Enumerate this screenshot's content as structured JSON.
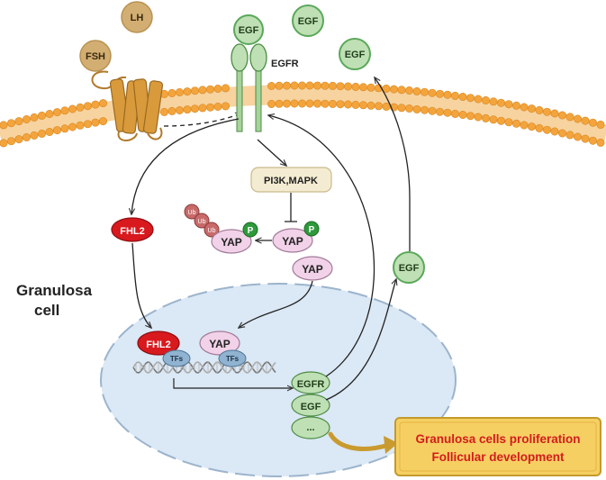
{
  "labels": {
    "lh": "LH",
    "fsh": "FSH",
    "egf_receptor_bound": "EGF",
    "egf_free_1": "EGF",
    "egf_free_2": "EGF",
    "egfr": "EGFR",
    "pathway": "PI3K,MAPK",
    "fhl2": "FHL2",
    "ub": "Ub",
    "yap": "YAP",
    "p": "P",
    "granulosa_cell": [
      "Granulosa",
      "cell"
    ],
    "tfs": "TFs",
    "egf_secreted": "EGF",
    "gene_egfr": "EGFR",
    "gene_egf": "EGF",
    "gene_more": "...",
    "outcome": [
      "Granulosa cells proliferation",
      "Follicular development"
    ]
  },
  "colors": {
    "membrane_head": "#f3a43c",
    "hormone": "#d2ae72",
    "receptor": "#d89a3b",
    "egf_fill": "#bfe0b4",
    "egf_stroke": "#5aa85a",
    "fhl2": "#d8191e",
    "yap": "#f2d2e8",
    "phospho": "#2e9a3b",
    "ubiquitin": "#c96a6a",
    "nucleus": "#dbe8f5",
    "tfs": "#8fb3d0",
    "pathway_box": "#f4ecd2",
    "outcome_box": "#f6cf63",
    "outcome_text": "#d31d1d",
    "arrow": "#c99a2e"
  }
}
